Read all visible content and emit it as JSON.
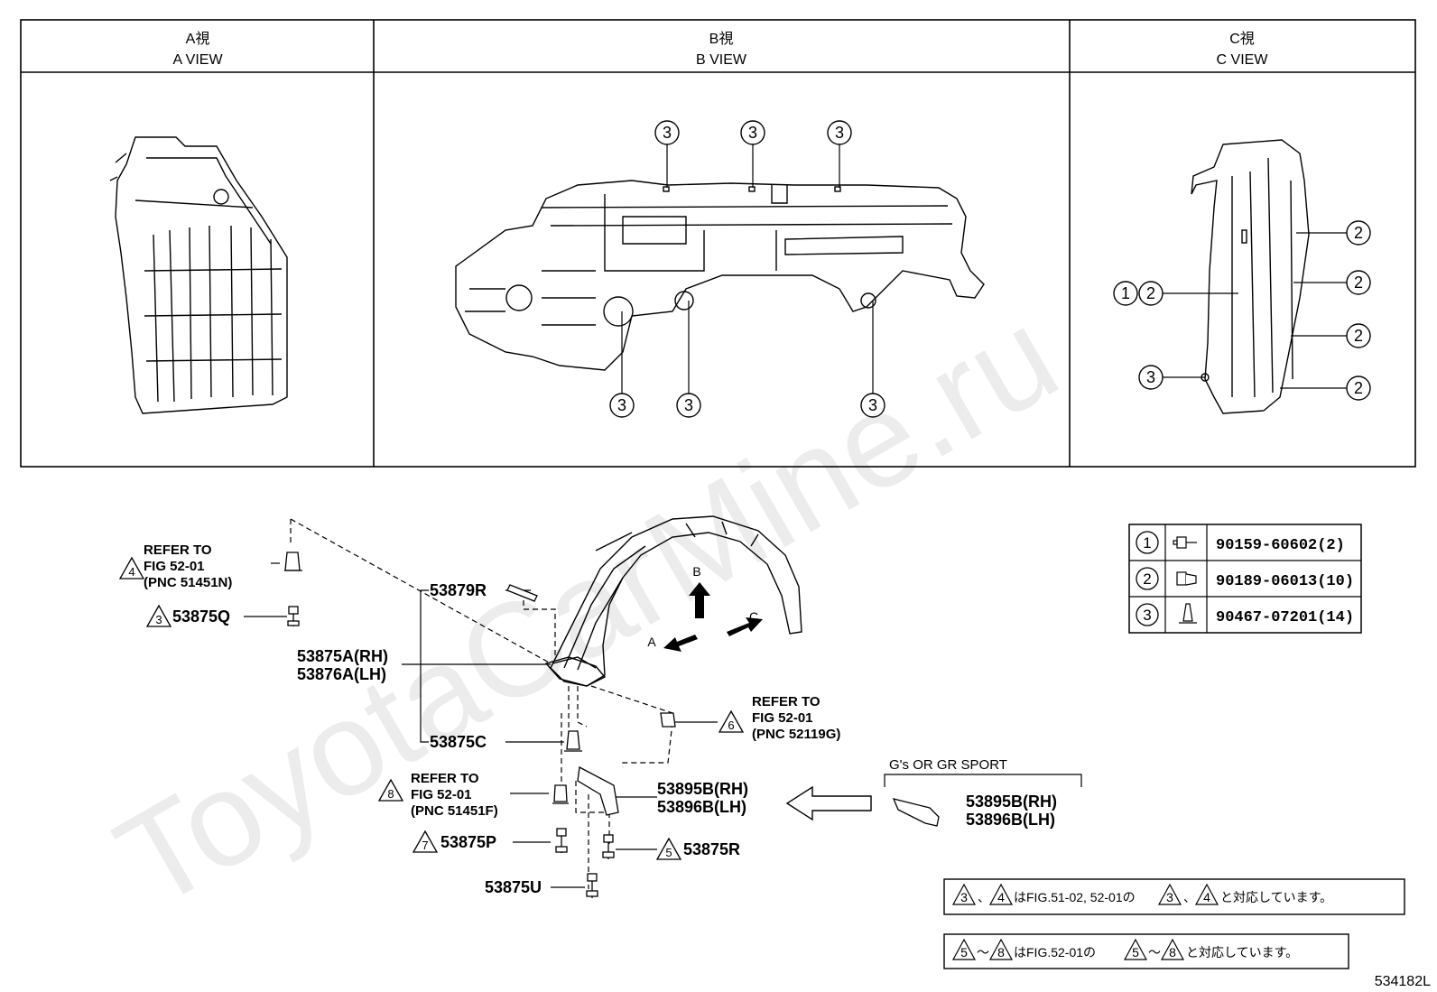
{
  "views": {
    "a": {
      "jp": "A視",
      "en": "A VIEW"
    },
    "b": {
      "jp": "B視",
      "en": "B VIEW"
    },
    "c": {
      "jp": "C視",
      "en": "C VIEW"
    }
  },
  "callouts": {
    "one": "1",
    "two": "2",
    "three": "3",
    "four": "4",
    "five": "5",
    "six": "6",
    "seven": "7",
    "eight": "8"
  },
  "refers": {
    "r4": {
      "l1": "REFER TO",
      "l2": "FIG 52-01",
      "l3": "(PNC 51451N)"
    },
    "r6": {
      "l1": "REFER TO",
      "l2": "FIG 52-01",
      "l3": "(PNC 52119G)"
    },
    "r8": {
      "l1": "REFER TO",
      "l2": "FIG 52-01",
      "l3": "(PNC 51451F)"
    }
  },
  "parts": {
    "p53875Q": "53875Q",
    "p53879R": "53879R",
    "p53875A": "53875A(RH)",
    "p53876A": "53876A(LH)",
    "p53875C": "53875C",
    "p53875P": "53875P",
    "p53875U": "53875U",
    "p53875R": "53875R",
    "p53895B": "53895B(RH)",
    "p53896B": "53896B(LH)",
    "p53895B_alt": "53895B(RH)",
    "p53896B_alt": "53896B(LH)"
  },
  "arrows": {
    "a": "A",
    "b": "B",
    "c": "C"
  },
  "variant_label": "G's OR GR SPORT",
  "fastener_table": [
    {
      "key": "1",
      "part": "90159-60602(2)",
      "icon": "screw-bolt-icon"
    },
    {
      "key": "2",
      "part": "90189-06013(10)",
      "icon": "screw-grommet-icon"
    },
    {
      "key": "3",
      "part": "90467-07201(14)",
      "icon": "clip-icon"
    }
  ],
  "notes": {
    "n1": {
      "a": "3",
      "sep": "、",
      "b": "4",
      "mid": "はFIG.51-02, 52-01の",
      "c": "3",
      "sep2": "、",
      "d": "4",
      "end": "と対応しています。"
    },
    "n2": {
      "a": "5",
      "sep": "～",
      "b": "8",
      "mid": "はFIG.52-01の",
      "c": "5",
      "sep2": "～",
      "d": "8",
      "end": "と対応しています。"
    }
  },
  "diagram_id": "534182L",
  "watermark": "ToyotaCarMine.ru"
}
